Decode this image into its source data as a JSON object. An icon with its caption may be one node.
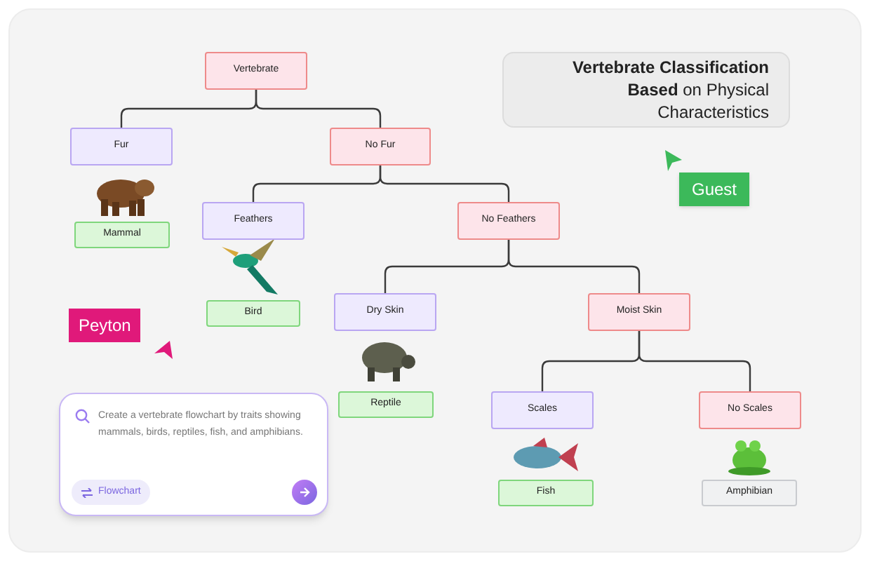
{
  "diagram": {
    "title": "**Vertebrate Classification Based** on Physical Characteristics",
    "nodes": [
      {
        "text": [
          "Vertebrate"
        ]
      },
      {
        "text": [
          "Fur"
        ]
      },
      {
        "text": [
          "No Fur"
        ]
      },
      {
        "text": [
          "Mammal"
        ]
      },
      {
        "text": [
          "Feathers"
        ]
      },
      {
        "text": [
          "No Feathers"
        ]
      },
      {
        "text": [
          "Bird"
        ]
      },
      {
        "text": [
          "Dry Skin"
        ]
      },
      {
        "text": [
          "Moist Skin"
        ]
      },
      {
        "text": [
          "Reptile"
        ]
      },
      {
        "text": [
          "Scales"
        ]
      },
      {
        "text": [
          "No Scales"
        ]
      },
      {
        "text": [
          "Fish"
        ]
      },
      {
        "text": [
          "Amphibian"
        ]
      }
    ],
    "edges": [
      {
        "from": 0,
        "to": 1,
        "arrow": "none"
      },
      {
        "from": 0,
        "to": 2,
        "arrow": "none"
      },
      {
        "from": 2,
        "to": 4,
        "arrow": "none"
      },
      {
        "from": 2,
        "to": 5,
        "arrow": "none"
      },
      {
        "from": 5,
        "to": 7,
        "arrow": "none"
      },
      {
        "from": 5,
        "to": 8,
        "arrow": "none"
      },
      {
        "from": 8,
        "to": 10,
        "arrow": "none"
      },
      {
        "from": 8,
        "to": 11,
        "arrow": "none"
      }
    ],
    "labels": [
      "Guest",
      "Peyton",
      "Create a vertebrate flowchart by traits showing mammals, birds, reptiles, fish, and amphibians.",
      "Flowchart"
    ]
  }
}
